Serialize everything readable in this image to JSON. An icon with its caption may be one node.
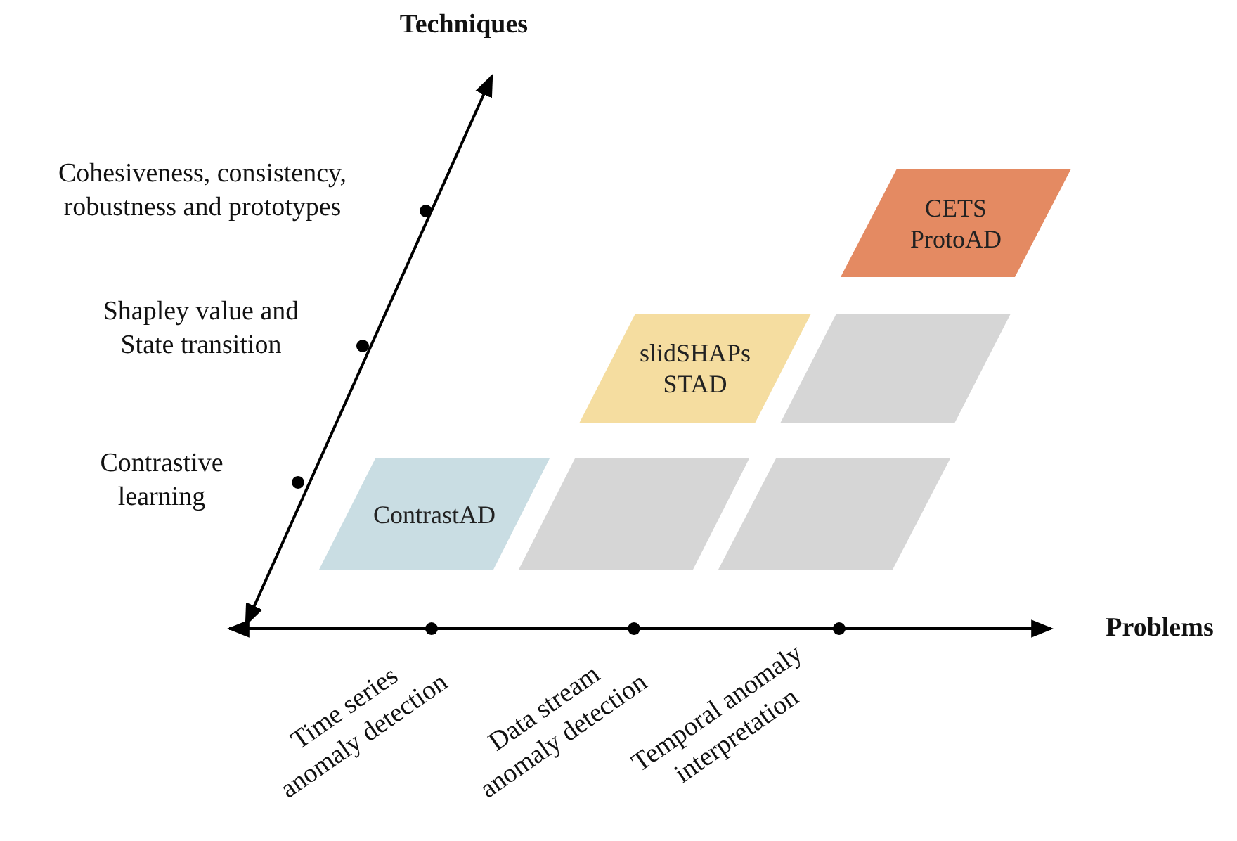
{
  "diagram": {
    "nodes": [
      {
        "text": [
          "CETS",
          "ProtoAD"
        ]
      },
      {
        "text": [
          "slidSHAPs",
          "STAD"
        ]
      },
      {
        "text": [],
        "shape": "parallelogram"
      },
      {
        "text": [
          "ContrastAD"
        ]
      },
      {
        "text": [],
        "shape": "parallelogram"
      },
      {
        "text": [],
        "shape": "parallelogram"
      }
    ],
    "edges": [],
    "labels": [
      "Techniques",
      "Cohesiveness, consistency, robustness and prototypes",
      "Shapley value and State transition",
      "Contrastive learning",
      "Problems",
      "Time series anomaly detection",
      "Data stream anomaly detection",
      "Temporal anomaly interpretation"
    ]
  }
}
